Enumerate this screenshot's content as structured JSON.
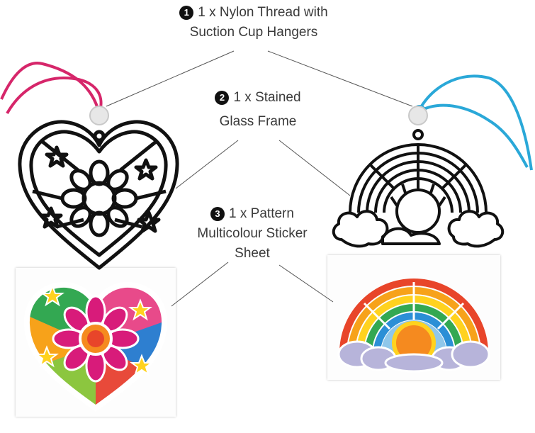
{
  "callouts": [
    {
      "number": "1",
      "line1": "1 x Nylon Thread with",
      "line2": "Suction Cup Hangers",
      "line3": ""
    },
    {
      "number": "2",
      "line1": "1 x Stained",
      "line2": "Glass Frame",
      "line3": ""
    },
    {
      "number": "3",
      "line1": "1 x Pattern",
      "line2": "Multicolour Sticker",
      "line3": "Sheet"
    }
  ],
  "items": {
    "heart_frame": "heart-stained-glass-frame",
    "rainbow_frame": "rainbow-stained-glass-frame",
    "heart_sticker": "heart-sticker-sheet",
    "rainbow_sticker": "rainbow-sticker-sheet"
  },
  "colors": {
    "pink_thread": "#d6266a",
    "blue_thread": "#2aa8d8",
    "frame_black": "#111111",
    "text": "#3a3a3a"
  }
}
